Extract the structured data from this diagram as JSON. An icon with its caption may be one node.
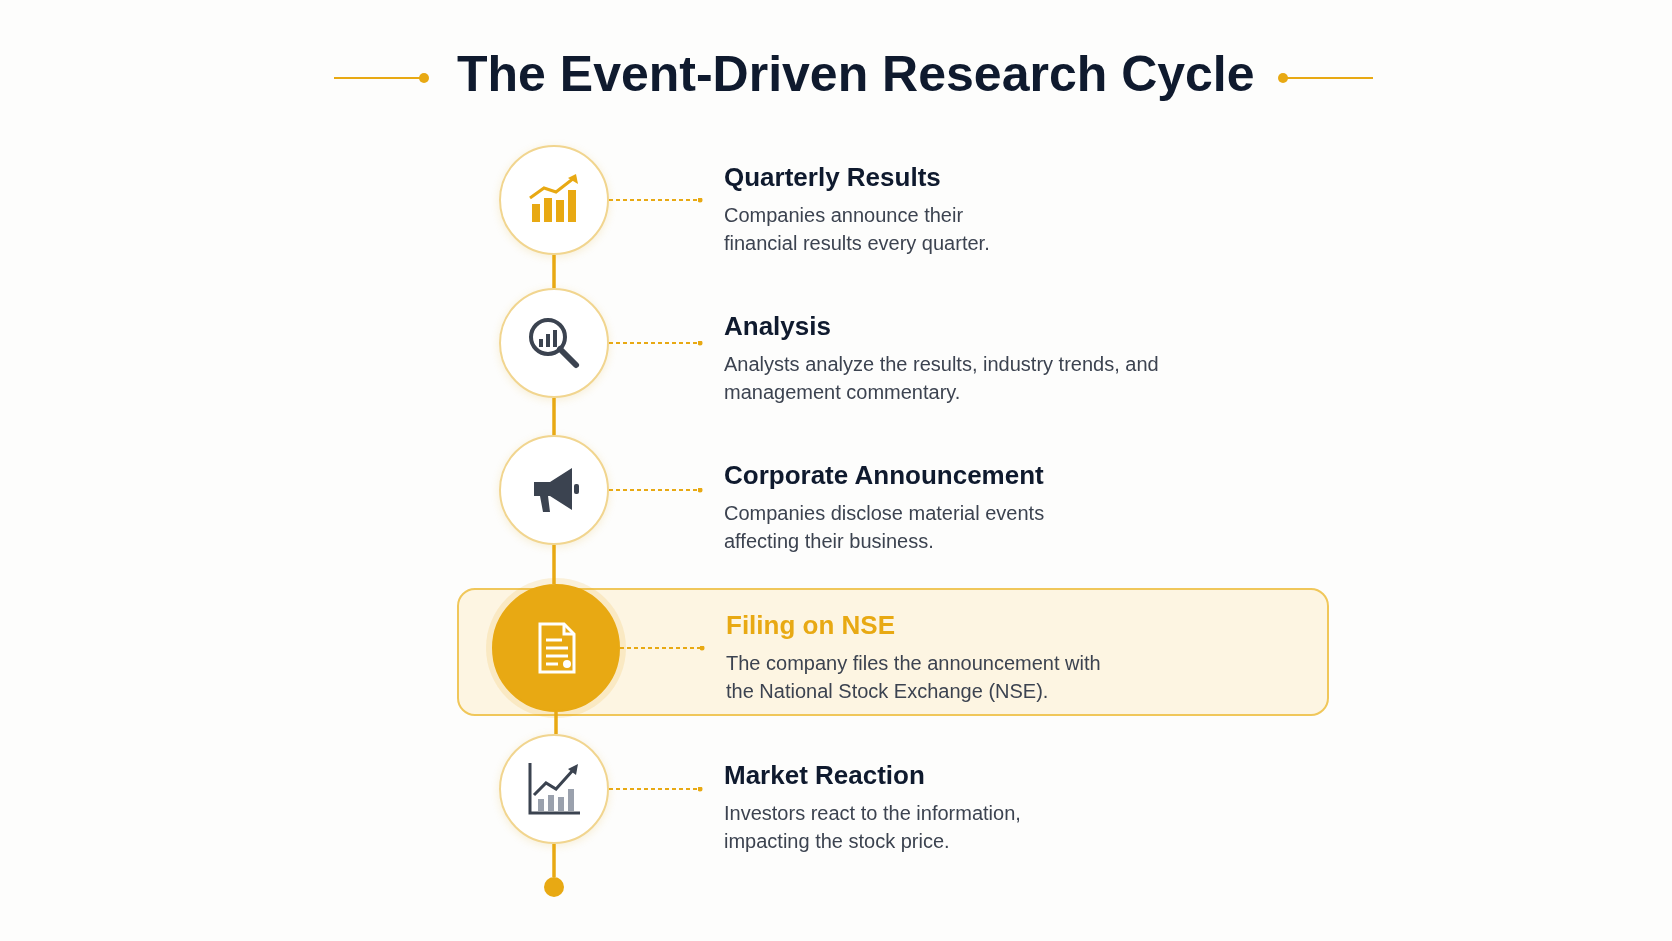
{
  "diagram": {
    "title": "The Event-Driven Research Cycle",
    "nodes": [
      {
        "text": [],
        "shape": "circle"
      },
      {
        "text": [
          "Quarterly Results",
          "Companies announce their financial results every quarter."
        ]
      },
      {
        "text": [],
        "shape": "circle"
      },
      {
        "text": [
          "Analysis",
          "Analysts analyze the results, industry trends, and management commentary."
        ]
      },
      {
        "text": [],
        "shape": "circle"
      },
      {
        "text": [
          "Corporate Announcement",
          "Companies disclose material events affecting their business."
        ]
      },
      {
        "text": [],
        "shape": "box"
      },
      {
        "text": [],
        "shape": "circle",
        "in": 6
      },
      {
        "text": [
          "Filing on NSE",
          "The company files the announcement with the National Stock Exchange (NSE)."
        ],
        "in": 6
      },
      {
        "text": [],
        "shape": "circle"
      },
      {
        "text": [
          "Market Reaction",
          "Investors react to the information, impacting the stock price."
        ]
      },
      {
        "text": [],
        "shape": "circle"
      }
    ],
    "edges": [
      {
        "from": 0,
        "to": 1,
        "arrow": "other",
        "style": "dashed"
      },
      {
        "from": 0,
        "to": 2,
        "arrow": "none"
      },
      {
        "from": 2,
        "to": 3,
        "arrow": "other",
        "style": "dashed"
      },
      {
        "from": 2,
        "to": 4,
        "arrow": "none"
      },
      {
        "from": 4,
        "to": 5,
        "arrow": "other",
        "style": "dashed"
      },
      {
        "from": 4,
        "to": 7,
        "arrow": "none"
      },
      {
        "from": 7,
        "to": 8,
        "arrow": "other",
        "style": "dashed"
      },
      {
        "from": 7,
        "to": 9,
        "arrow": "none"
      },
      {
        "from": 9,
        "to": 10,
        "arrow": "other",
        "style": "dashed"
      },
      {
        "from": 9,
        "to": 11,
        "arrow": "none"
      }
    ]
  }
}
